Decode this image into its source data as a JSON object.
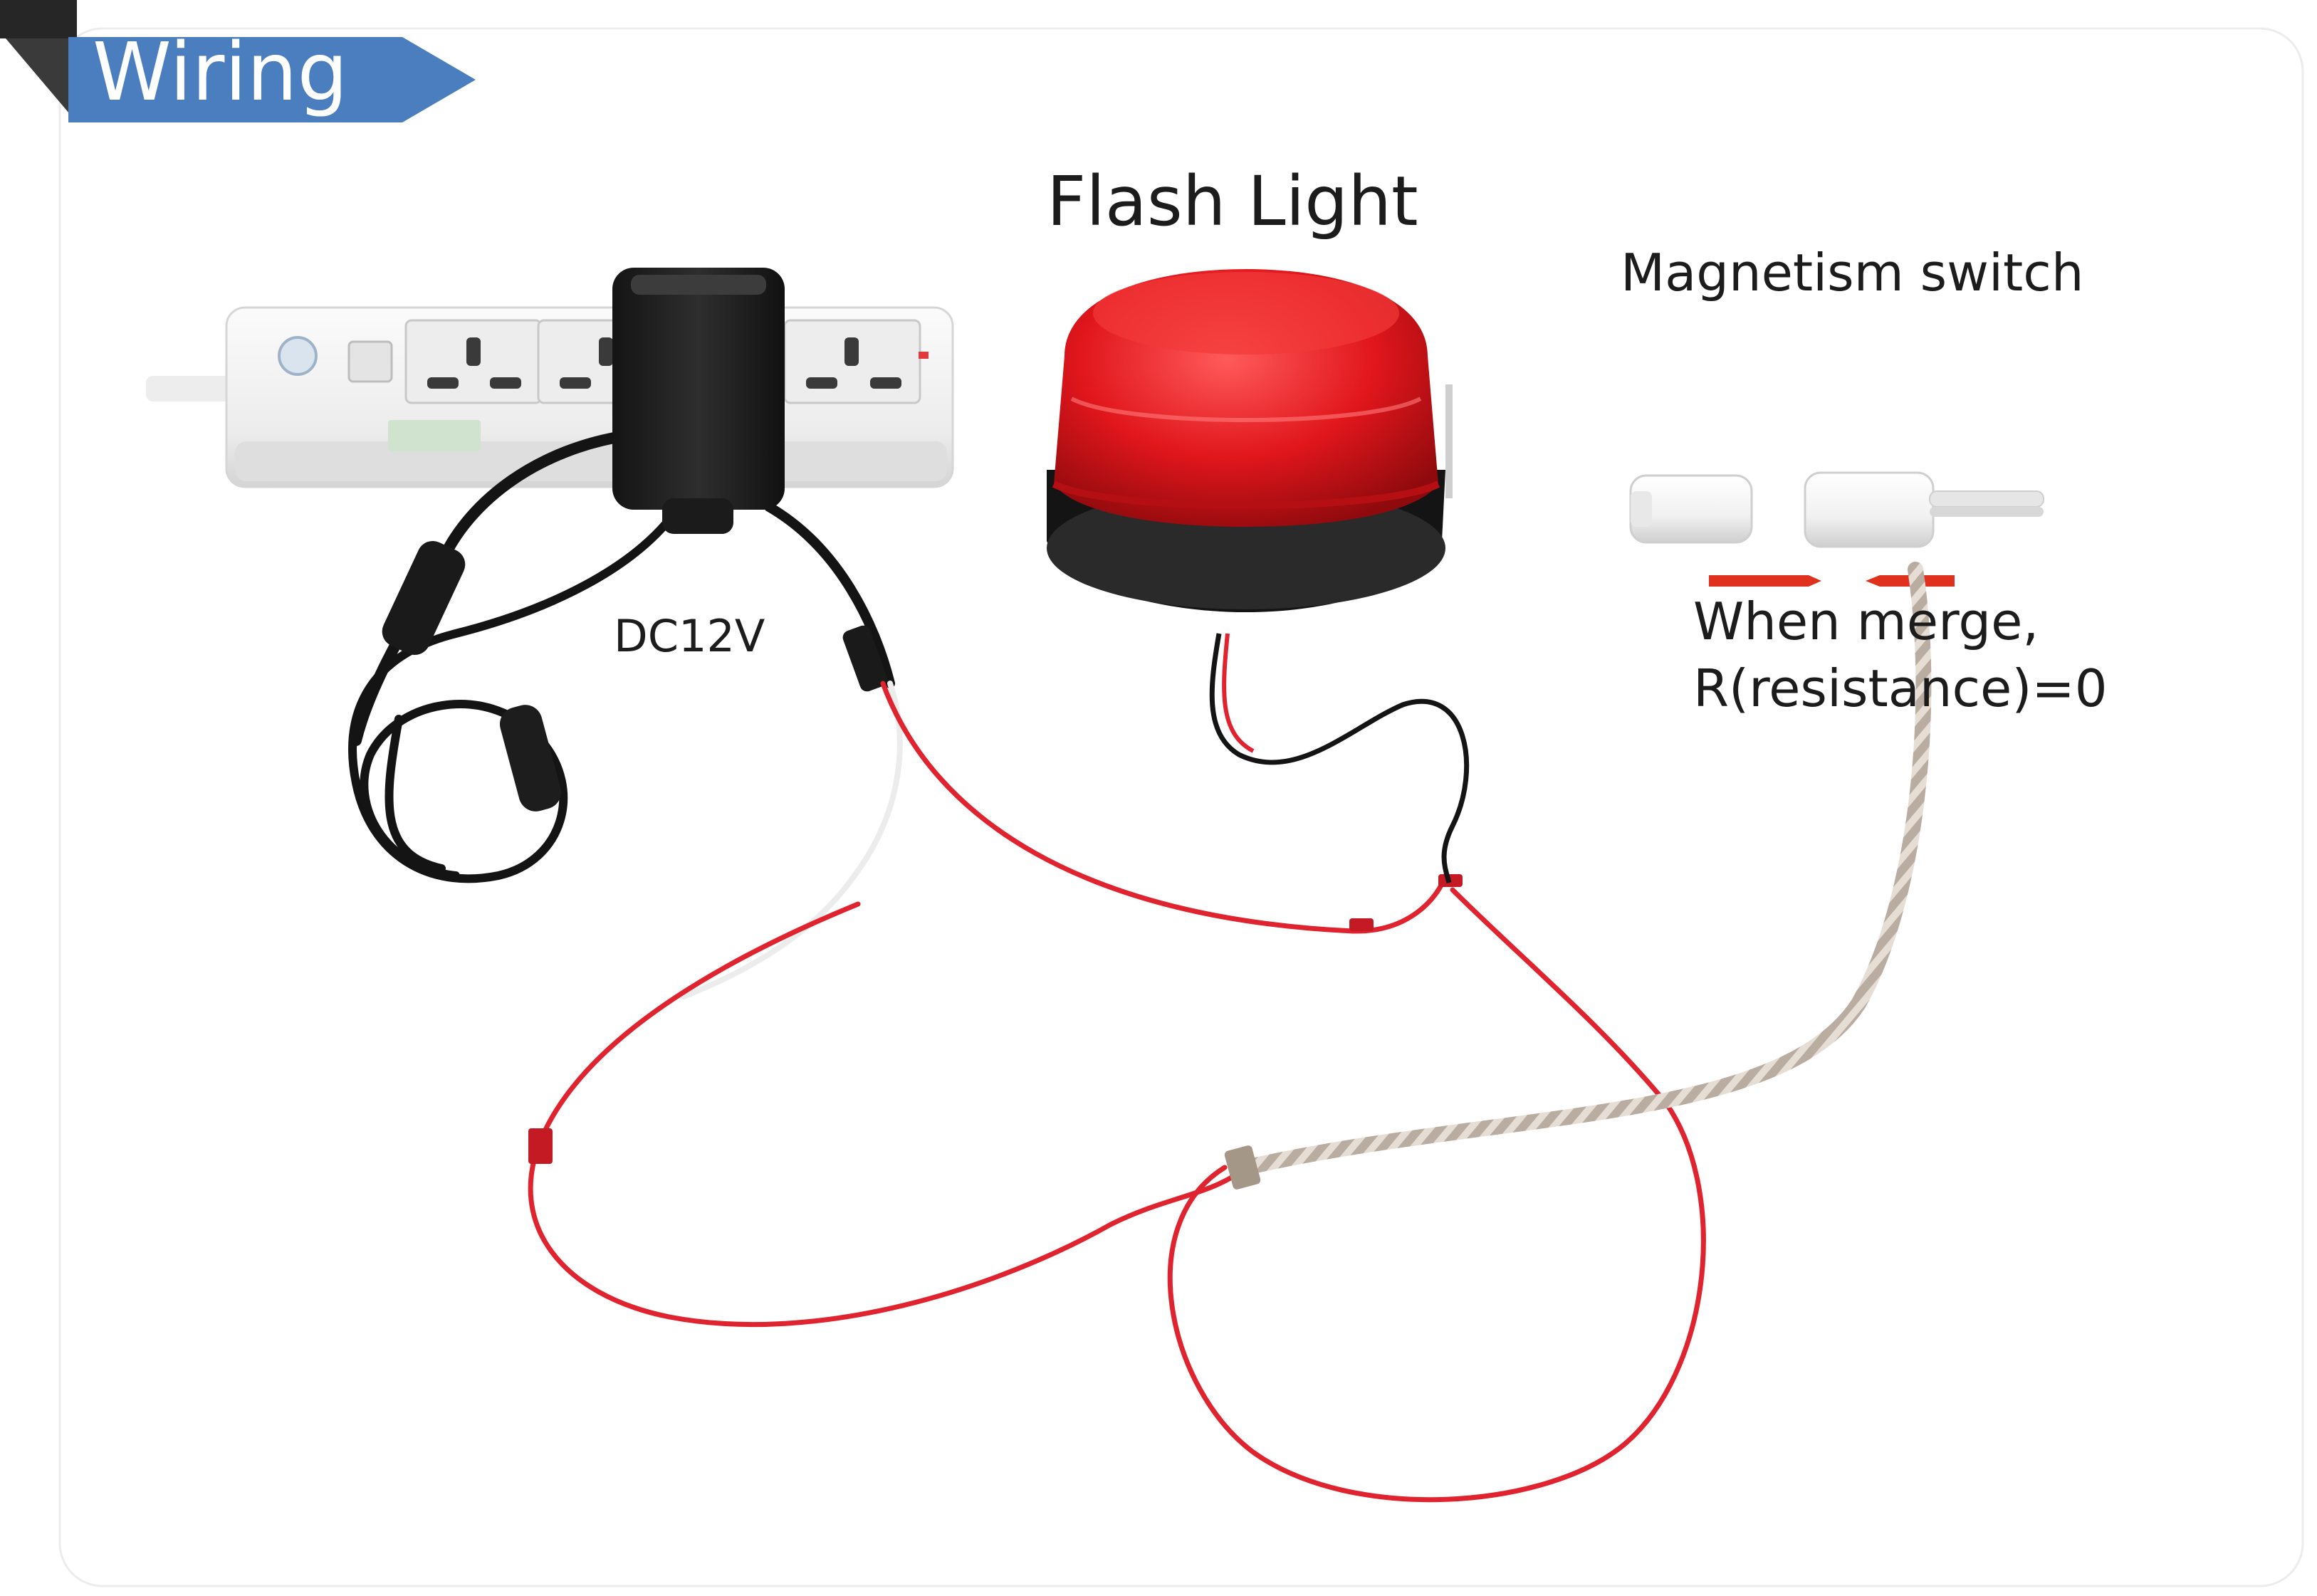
{
  "banner": {
    "title": "Wiring"
  },
  "labels": {
    "flash_light": "Flash Light",
    "magnetism_switch": "Magnetism switch",
    "power_voltage": "DC12V",
    "merge_line1": "When merge,",
    "merge_line2": "R(resistance)=0"
  },
  "colors": {
    "banner_blue": "#4a7ebf",
    "banner_dark": "#262626",
    "wire_red": "#e0242f",
    "beacon_red": "#e0161c",
    "indicator_red": "#e0301e"
  },
  "icons": [
    "power-strip-icon",
    "power-adapter-icon",
    "flash-light-icon",
    "magnetic-switch-icon"
  ]
}
